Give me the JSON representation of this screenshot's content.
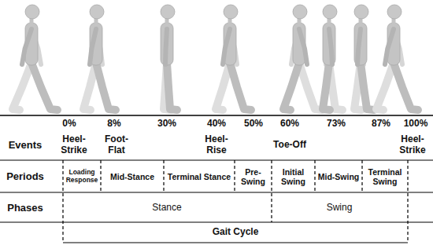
{
  "diagram": {
    "labels": [
      "0%",
      "8%",
      "30%",
      "40%",
      "50%",
      "60%",
      "73%",
      "87%",
      "100%",
      "Events",
      "Heel-Strike",
      "Foot-Flat",
      "Heel-Rise",
      "Toe-Off",
      "Heel-Strike",
      "Periods",
      "Loading Response",
      "Mid-Stance",
      "Terminal Stance",
      "Pre-Swing",
      "Initial Swing",
      "Mid-Swing",
      "Terminal Swing",
      "Phases",
      "Stance",
      "Swing",
      "Gait Cycle"
    ]
  }
}
